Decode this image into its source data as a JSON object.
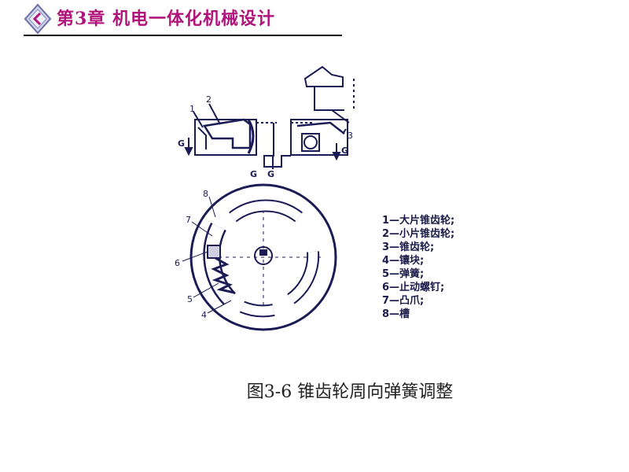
{
  "header": {
    "chapter_title": "第3章  机电一体化机械设计",
    "accent_color": "#b0147a"
  },
  "diagram": {
    "top_labels": [
      "1",
      "2",
      "3"
    ],
    "force_label": "G",
    "bottom_labels": [
      "8",
      "7",
      "6",
      "5",
      "4"
    ]
  },
  "legend": {
    "items": [
      "1—大片锥齿轮;",
      "2—小片锥齿轮;",
      "3—锥齿轮;",
      "4—镶块;",
      "5—弹簧;",
      "6—止动螺钉;",
      "7—凸爪;",
      "8—槽"
    ]
  },
  "caption": "图3-6  锥齿轮周向弹簧调整"
}
